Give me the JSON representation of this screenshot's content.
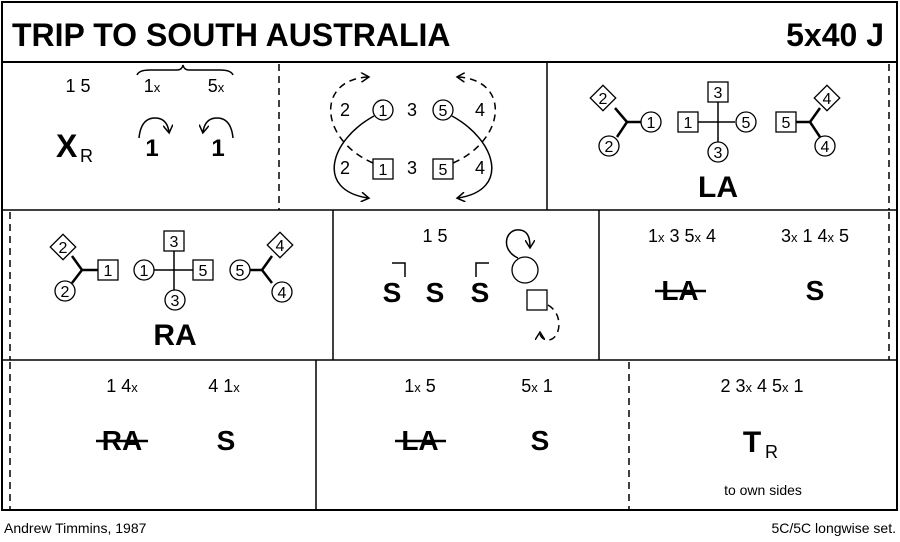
{
  "title": "TRIP TO SOUTH AUSTRALIA",
  "code": "5x40 J",
  "footer": {
    "author": "Andrew Timmins, 1987",
    "set": "5C/5C longwise set."
  },
  "bar1": {
    "couples": "1 5",
    "left_label": "1x",
    "right_label": "5x",
    "figure": "X",
    "figure_sub": "R",
    "turn1": "1",
    "turn2": "1"
  },
  "bar2": {
    "top": [
      "2",
      "1",
      "3",
      "5",
      "4"
    ],
    "bottom": [
      "2",
      "1",
      "3",
      "5",
      "4"
    ]
  },
  "bar3": {
    "figure": "LA",
    "dancers": [
      "2",
      "2",
      "1",
      "3",
      "1",
      "5",
      "3",
      "5",
      "4",
      "4"
    ]
  },
  "bar4": {
    "figure": "RA",
    "dancers": [
      "2",
      "2",
      "1",
      "3",
      "1",
      "5",
      "3",
      "5",
      "4",
      "4"
    ]
  },
  "bar5": {
    "couples": "1 5",
    "steps": [
      "S",
      "S",
      "S"
    ]
  },
  "bar6": {
    "left_couples": "1x 3   5x 4",
    "right_couples": "3x 1 4x 5",
    "left_figure": "LA",
    "right_figure": "S"
  },
  "bar7": {
    "left_couples": "1 4x",
    "right_couples": "4 1x",
    "left_figure": "RA",
    "right_figure": "S"
  },
  "bar8": {
    "left_couples": "1x 5",
    "right_couples": "5x 1",
    "left_figure": "LA",
    "right_figure": "S"
  },
  "bar9": {
    "couples": "2 3x 4 5x 1",
    "figure": "T",
    "figure_sub": "R",
    "note": "to own sides"
  }
}
